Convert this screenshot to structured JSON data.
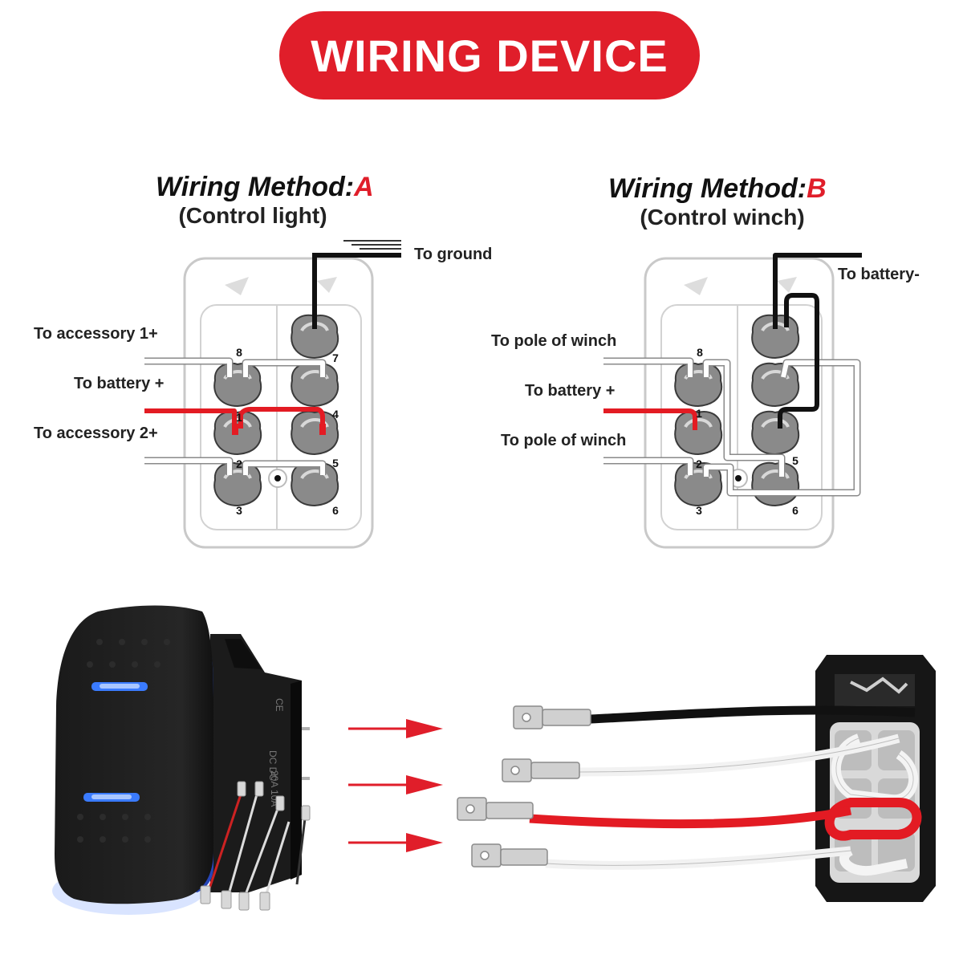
{
  "banner": {
    "title": "WIRING DEVICE"
  },
  "method_a": {
    "title": "Wiring Method:",
    "letter": "A",
    "subtitle": "(Control light)",
    "labels": {
      "ground": "To ground",
      "accessory1": "To accessory 1+",
      "battery": "To battery +",
      "accessory2": "To accessory 2+"
    },
    "pins": [
      "1",
      "2",
      "3",
      "4",
      "5",
      "6",
      "7",
      "8"
    ]
  },
  "method_b": {
    "title": "Wiring Method:",
    "letter": "B",
    "subtitle": "(Control winch)",
    "labels": {
      "battery_neg": "To battery-",
      "pole1": "To pole of winch",
      "battery": "To battery +",
      "pole2": "To pole of winch"
    },
    "pins": [
      "1",
      "2",
      "3",
      "5",
      "6",
      "8"
    ]
  },
  "switch_print": {
    "ratings": "20A 10A",
    "voltage": "DC DC"
  },
  "colors": {
    "accent_red": "#e01e2a",
    "wire_red": "#e31b23",
    "wire_black": "#111111",
    "led_blue": "#2f6bff"
  }
}
